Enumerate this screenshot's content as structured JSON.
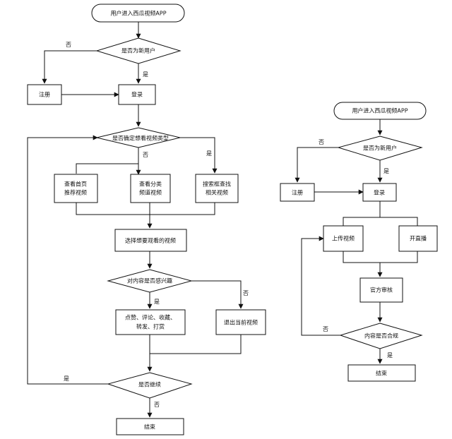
{
  "flow_left": {
    "start": "用户进入西瓜视频APP",
    "decision_new_user": "是否为新用户",
    "register": "注册",
    "login": "登录",
    "decision_type": "是否确定想看视频类型",
    "home": [
      "查看首页",
      "推荐视频"
    ],
    "category": [
      "查看分类",
      "频道视频"
    ],
    "search": [
      "搜索框查找",
      "相关视频"
    ],
    "choose": "选择想要观看的视频",
    "decision_interest": "对内容是否感兴趣",
    "actions": [
      "点赞、评论、收藏、",
      "转发、打赏"
    ],
    "exit": "退出当前视频",
    "decision_continue": "是否继续",
    "end": "结束"
  },
  "flow_right": {
    "start": "用户进入西瓜视频APP",
    "decision_new_user": "是否为新用户",
    "register": "注册",
    "login": "登录",
    "upload": "上传视频",
    "live": "开直播",
    "review": "官方审核",
    "decision_compliant": "内容是否合规",
    "end": "结束"
  },
  "edge_labels": {
    "yes": "是",
    "no": "否"
  }
}
